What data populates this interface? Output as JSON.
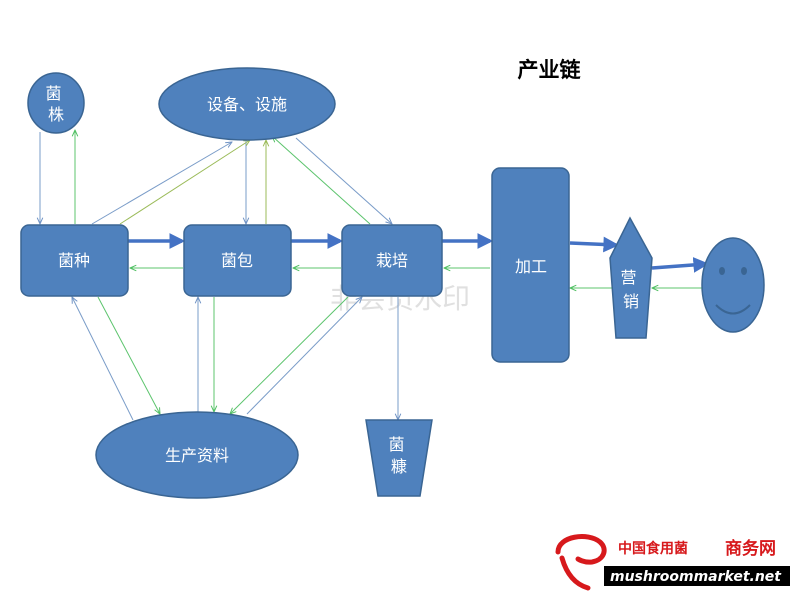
{
  "title": "产业链",
  "nodes": {
    "strain": "菌\n株",
    "equipment": "设备、设施",
    "spawn": "菌种",
    "bag": "菌包",
    "cultivation": "栽培",
    "processing": "加工",
    "marketing": "营\n销",
    "materials": "生产资料",
    "residue": "菌\n糠"
  },
  "watermark": "非会员水印",
  "logo": {
    "cn_text": "中国食用菌",
    "cn_emph": "商务网",
    "url": "mushroommarket.net"
  },
  "colors": {
    "node_fill": "#4f81bd",
    "node_stroke": "#3a6593",
    "thick_arrow": "#4472c4",
    "thin_blue": "#7a9cc8",
    "thin_green": "#5cc46d",
    "thin_olive": "#9bbb59",
    "logo_red": "#d7191c"
  }
}
